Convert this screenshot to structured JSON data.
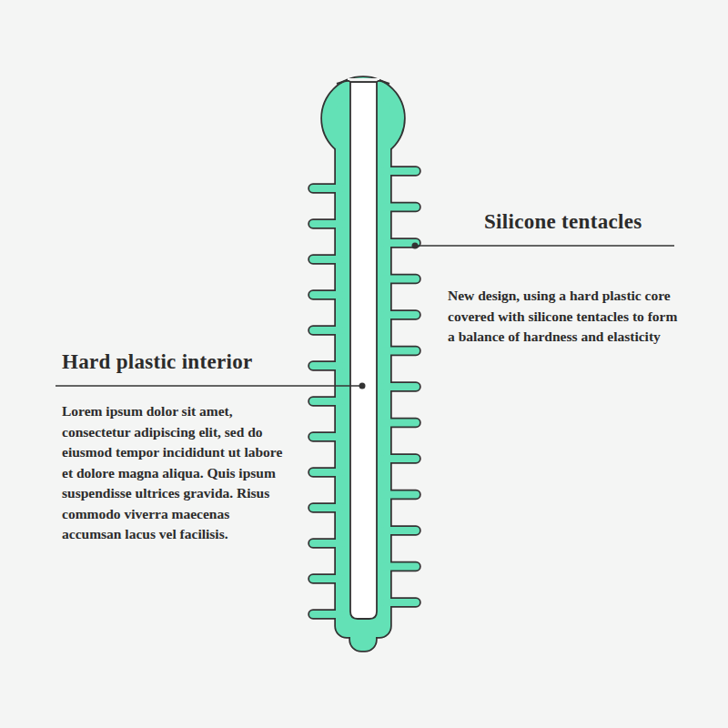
{
  "diagram": {
    "labels": [
      "Silicone tentacles",
      "New design, using a hard plastic core covered with silicone tentacles to form a balance of hardness and elasticity",
      "Hard plastic interior",
      "Lorem ipsum dolor sit amet, consectetur adipiscing elit, sed do eiusmod tempor incididunt ut labore et dolore magna aliqua. Quis ipsum suspendisse ultrices gravida. Risus commodo viverra maecenas accumsan lacus vel facilisis."
    ]
  }
}
